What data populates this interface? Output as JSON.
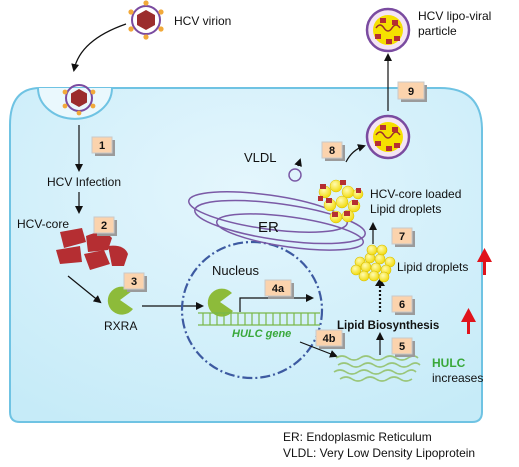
{
  "labels": {
    "hcv_virion": "HCV virion",
    "hcv_infection": "HCV Infection",
    "hcv_core": "HCV-core",
    "rxra": "RXRA",
    "nucleus": "Nucleus",
    "hulc_gene": "HULC gene",
    "er": "ER",
    "vldl": "VLDL",
    "lipo_particle_line1": "HCV lipo-viral",
    "lipo_particle_line2": "particle",
    "core_loaded_line1": "HCV-core loaded",
    "core_loaded_line2": "Lipid droplets",
    "lipid_droplets": "Lipid droplets",
    "lipid_biosynthesis": "Lipid Biosynthesis",
    "hulc": "HULC",
    "increases": "increases"
  },
  "steps": [
    "1",
    "2",
    "3",
    "4a",
    "4b",
    "5",
    "6",
    "7",
    "8",
    "9"
  ],
  "legend": {
    "er": "ER: Endoplasmic Reticulum",
    "vldl": "VLDL: Very Low Density Lipoprotein"
  },
  "colors": {
    "cell_fill": "#d7f1fb",
    "cell_border": "#6fc3e3",
    "virion_fill": "#9b2d2d",
    "virion_ring": "#7a4ba0",
    "spike": "#f2a93a",
    "hcv_core": "#b52e32",
    "rxra": "#8dbb3a",
    "hulc_text": "#39a83a",
    "lipid": "#f5e400",
    "up_arrow": "#e0131b",
    "er_stroke": "#7b5aa6",
    "step_box": "#fbd3ad"
  }
}
